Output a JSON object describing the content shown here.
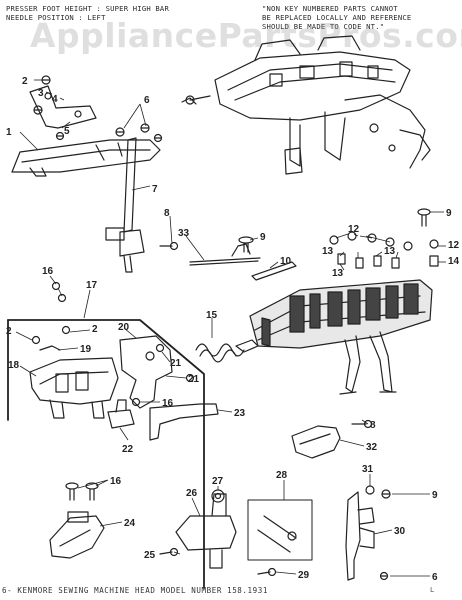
{
  "header": {
    "left_line1": "PRESSER FOOT HEIGHT : SUPER HIGH BAR",
    "left_line2": "NEEDLE POSITION : LEFT",
    "right_line1": "\"NON KEY NUMBERED PARTS CANNOT",
    "right_line2": "BE REPLACED LOCALLY AND REFERENCE",
    "right_line3": "SHOULD BE MADE TO CODE NT.\""
  },
  "watermark": "AppliancePartsPros.com",
  "footer": {
    "caption": "6- KENMORE SEWING MACHINE HEAD MODEL NUMBER 158.1931",
    "page_mark": "L"
  },
  "callouts": [
    "1",
    "2",
    "3",
    "4",
    "5",
    "6",
    "7",
    "8",
    "9",
    "10",
    "12",
    "13",
    "14",
    "15",
    "16",
    "17",
    "18",
    "19",
    "20",
    "21",
    "22",
    "23",
    "24",
    "25",
    "26",
    "27",
    "28",
    "29",
    "30",
    "31",
    "32",
    "33"
  ],
  "colors": {
    "ink": "#222222",
    "paper": "#ffffff",
    "watermark": "#969696"
  }
}
